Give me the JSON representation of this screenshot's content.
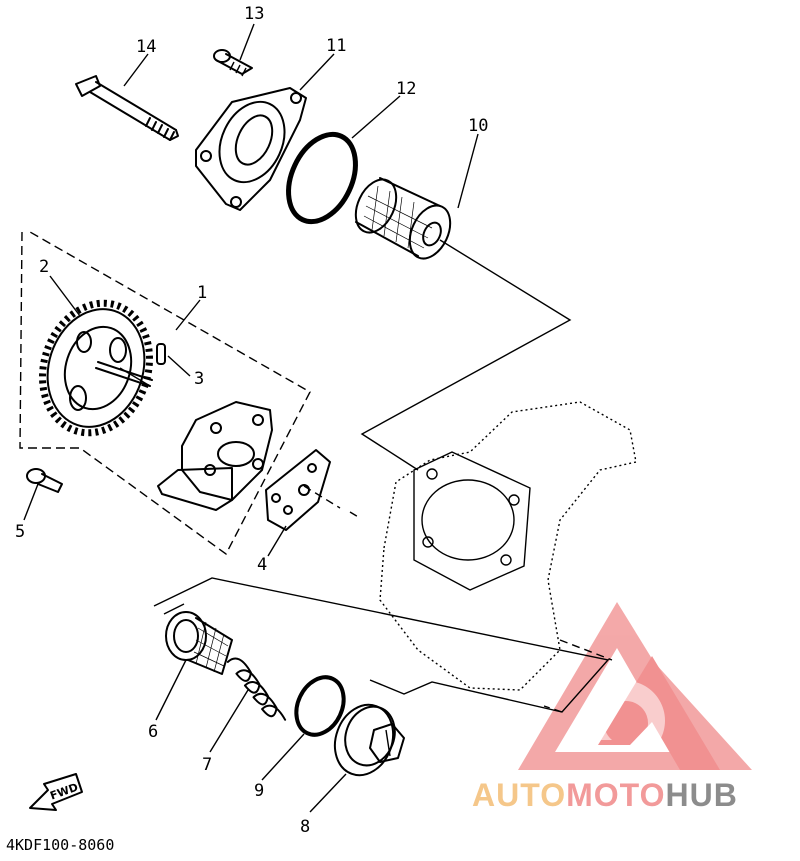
{
  "diagram": {
    "part_code": "4KDF100-8060",
    "fwd_label": "FWD",
    "callouts": [
      {
        "id": "1",
        "text": "1"
      },
      {
        "id": "2",
        "text": "2"
      },
      {
        "id": "3",
        "text": "3"
      },
      {
        "id": "4",
        "text": "4"
      },
      {
        "id": "5",
        "text": "5"
      },
      {
        "id": "6",
        "text": "6"
      },
      {
        "id": "7",
        "text": "7"
      },
      {
        "id": "8",
        "text": "8"
      },
      {
        "id": "9",
        "text": "9"
      },
      {
        "id": "10",
        "text": "10"
      },
      {
        "id": "11",
        "text": "11"
      },
      {
        "id": "12",
        "text": "12"
      },
      {
        "id": "13",
        "text": "13"
      },
      {
        "id": "14",
        "text": "14"
      }
    ]
  },
  "watermark": {
    "word_part1": "AUTO",
    "word_part2": "MOTO",
    "word_part3": "HUB",
    "color_part1": "#f5c78a",
    "color_part2": "#f29a9a",
    "color_part3": "#8c8c8c",
    "logo_color": "#f08a8a"
  },
  "colors": {
    "ink": "#000000",
    "background": "#ffffff"
  }
}
